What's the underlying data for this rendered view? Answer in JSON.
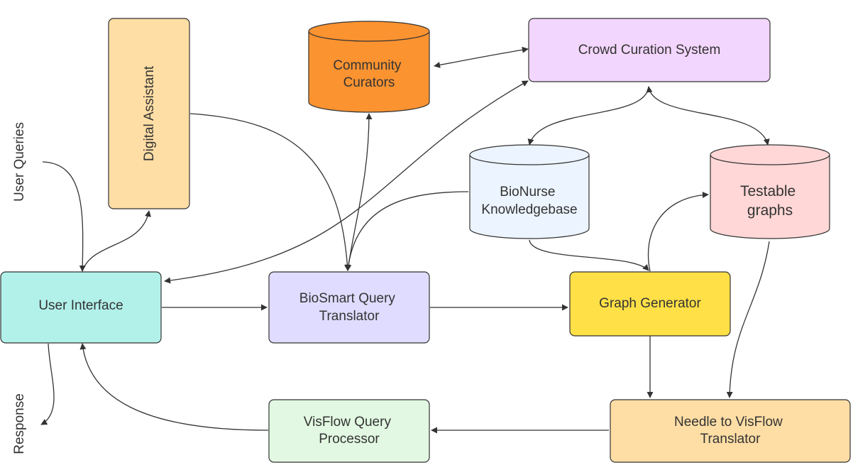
{
  "diagram": {
    "nodes": {
      "community_curators": {
        "lines": [
          "Community",
          "Curators"
        ],
        "fill": "#fb9330"
      },
      "crowd_curation": {
        "lines": [
          "Crowd Curation System"
        ],
        "fill": "#f3d6fd"
      },
      "digital_assistant": {
        "lines": [
          "Digital Assistant"
        ],
        "fill": "#ffdea5"
      },
      "bionurse": {
        "lines": [
          "BioNurse",
          "Knowledgebase"
        ],
        "fill": "#ecf4ff"
      },
      "testable_graphs": {
        "lines": [
          "Testable",
          "graphs"
        ],
        "fill": "#ffd7d6"
      },
      "user_interface": {
        "lines": [
          "User Interface"
        ],
        "fill": "#b2f1ea"
      },
      "biosmart": {
        "lines": [
          "BioSmart Query",
          "Translator"
        ],
        "fill": "#dfdcff"
      },
      "graph_generator": {
        "lines": [
          "Graph Generator"
        ],
        "fill": "#ffe047"
      },
      "visflow_processor": {
        "lines": [
          "VisFlow Query",
          "Processor"
        ],
        "fill": "#e2f8e2"
      },
      "needle_translator": {
        "lines": [
          "Needle to VisFlow",
          "Translator"
        ],
        "fill": "#ffdea5"
      }
    },
    "side_labels": {
      "user_queries": "User Queries",
      "response": "Response"
    },
    "colors": {
      "stroke": "#333333",
      "background": "#ffffff"
    }
  }
}
